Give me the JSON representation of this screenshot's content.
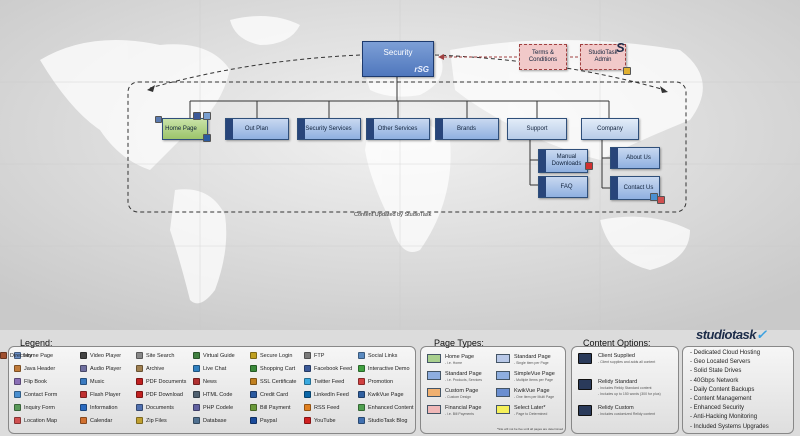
{
  "diagram": {
    "root": {
      "label": "Security",
      "logo": "rSG"
    },
    "pink_boxes": [
      {
        "label": "Terms & Conditions"
      },
      {
        "label": "StudioTask Admin"
      }
    ],
    "nodes": {
      "home": "Home Page",
      "out_plan": "Out Plan",
      "security_services": "Security Services",
      "other_services": "Other Services",
      "brands": "Brands",
      "support": "Support",
      "company": "Company",
      "manual_downloads": "Manual Downloads",
      "faq": "FAQ",
      "about_us": "About Us",
      "contact_us": "Contact Us"
    },
    "caption": "Content Updated by StudioTask"
  },
  "legend": {
    "title": "Legend:",
    "items": [
      {
        "label": "Home Page",
        "icon": "home-icon",
        "color": "#6a8fc7"
      },
      {
        "label": "Java Header",
        "icon": "java-icon",
        "color": "#c07b3a"
      },
      {
        "label": "Flip Book",
        "icon": "book-icon",
        "color": "#8a6fb5"
      },
      {
        "label": "Contact Form",
        "icon": "mail-icon",
        "color": "#4a8fd0"
      },
      {
        "label": "Inquiry Form",
        "icon": "form-icon",
        "color": "#5a9a5a"
      },
      {
        "label": "Location Map",
        "icon": "map-icon",
        "color": "#d05050"
      },
      {
        "label": "Video Player",
        "icon": "video-icon",
        "color": "#444444"
      },
      {
        "label": "Audio Player",
        "icon": "audio-icon",
        "color": "#7070a0"
      },
      {
        "label": "Music",
        "icon": "music-icon",
        "color": "#3a7ac0"
      },
      {
        "label": "Flash Player",
        "icon": "flash-icon",
        "color": "#c03030"
      },
      {
        "label": "Information",
        "icon": "info-icon",
        "color": "#2a6ac0"
      },
      {
        "label": "Calendar",
        "icon": "calendar-icon",
        "color": "#d07030"
      },
      {
        "label": "Site Search",
        "icon": "search-icon",
        "color": "#888888"
      },
      {
        "label": "Archive",
        "icon": "archive-icon",
        "color": "#a08050"
      },
      {
        "label": "PDF Documents",
        "icon": "pdf-icon",
        "color": "#c02020"
      },
      {
        "label": "PDF Download",
        "icon": "pdf-download-icon",
        "color": "#c02020"
      },
      {
        "label": "Documents",
        "icon": "document-icon",
        "color": "#5070b0"
      },
      {
        "label": "Zip Files",
        "icon": "zip-icon",
        "color": "#c0a030"
      },
      {
        "label": "Virtual Guide",
        "icon": "guide-icon",
        "color": "#408040"
      },
      {
        "label": "Live Chat",
        "icon": "chat-icon",
        "color": "#3080c0"
      },
      {
        "label": "News",
        "icon": "news-icon",
        "color": "#b03030"
      },
      {
        "label": "HTML Code",
        "icon": "code-icon",
        "color": "#506070"
      },
      {
        "label": "PHP Codele",
        "icon": "php-icon",
        "color": "#6060a0"
      },
      {
        "label": "Database",
        "icon": "database-icon",
        "color": "#507090"
      },
      {
        "label": "Secure Login",
        "icon": "lock-icon",
        "color": "#c0a020"
      },
      {
        "label": "Shopping Cart",
        "icon": "cart-icon",
        "color": "#3a8a3a"
      },
      {
        "label": "SSL Certificate",
        "icon": "certificate-icon",
        "color": "#c08020"
      },
      {
        "label": "Credit Card",
        "icon": "credit-card-icon",
        "color": "#2a5aa0"
      },
      {
        "label": "Bill Payment",
        "icon": "bill-icon",
        "color": "#6a9a3a"
      },
      {
        "label": "Paypal",
        "icon": "paypal-icon",
        "color": "#1a4a9a"
      },
      {
        "label": "FTP",
        "icon": "ftp-icon",
        "color": "#7a7a7a"
      },
      {
        "label": "Facebook Feed",
        "icon": "facebook-icon",
        "color": "#3b5998"
      },
      {
        "label": "Twitter Feed",
        "icon": "twitter-icon",
        "color": "#3aaae0"
      },
      {
        "label": "LinkedIn Feed",
        "icon": "linkedin-icon",
        "color": "#0a66a8"
      },
      {
        "label": "RSS Feed",
        "icon": "rss-icon",
        "color": "#e08020"
      },
      {
        "label": "YouTube",
        "icon": "youtube-icon",
        "color": "#d02020"
      },
      {
        "label": "Social Links",
        "icon": "social-icon",
        "color": "#5a8ac0"
      },
      {
        "label": "Interactive Demo",
        "icon": "demo-icon",
        "color": "#40a040"
      },
      {
        "label": "Promotion",
        "icon": "promotion-icon",
        "color": "#d04040"
      },
      {
        "label": "KwikVue Page",
        "icon": "kwikvue-icon",
        "color": "#3060a0"
      },
      {
        "label": "Enhanced Content",
        "icon": "enhanced-icon",
        "color": "#50a050"
      },
      {
        "label": "StudioTask Blog",
        "icon": "blog-icon",
        "color": "#4070b0"
      },
      {
        "label": "Directory",
        "icon": "directory-icon",
        "color": "#a05030"
      }
    ]
  },
  "page_types": {
    "title": "Page Types:",
    "items": [
      {
        "label": "Home Page",
        "sub": "- i.e. Home",
        "color": "#a9d08e"
      },
      {
        "label": "Standard Page",
        "sub": "- i.e. Products, Services",
        "color": "#8eaee0"
      },
      {
        "label": "Custom Page",
        "sub": "- Custom Design",
        "color": "#f0b070"
      },
      {
        "label": "Financial Page",
        "sub": "- i.e. Bill Payments",
        "color": "#f0b8b8"
      },
      {
        "label": "Standard Page",
        "sub": "- Single item per Page",
        "color": "#b8c8e8"
      },
      {
        "label": "SimpleVue Page",
        "sub": "- Multiple Items per Page",
        "color": "#8eaee0"
      },
      {
        "label": "KwikVue Page",
        "sub": "- One Item per Multi Page",
        "color": "#6a8ed0"
      },
      {
        "label": "Select Later*",
        "sub": "- Page to Determined",
        "color": "#f5f05a"
      }
    ],
    "footnote": "*Site will not be live until all pages are determined"
  },
  "content_options": {
    "title": "Content Options:",
    "items": [
      {
        "label": "Client Supplied",
        "sub": "- Client supplies and adds all content"
      },
      {
        "label": "Relidy Standard",
        "sub": "- Includes Relidy Standard content\n- Includes up to 150 words (300 for plus)"
      },
      {
        "label": "Relidy Custom",
        "sub": "- Includes customized Relidy content"
      }
    ]
  },
  "features": {
    "brand": "studiotask",
    "items": [
      "- Dedicated Cloud Hosting",
      "- Geo Located Servers",
      "- Solid State Drives",
      "- 40Gbps Network",
      "- Daily Content Backups",
      "- Content Management",
      "- Enhanced Security",
      "- Anti-Hacking Monitoring",
      "- Included Systems Upgrades"
    ]
  }
}
